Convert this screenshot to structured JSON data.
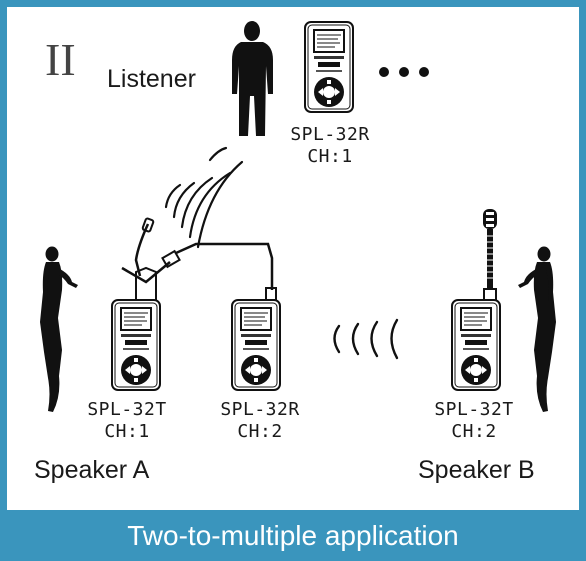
{
  "diagram": {
    "section_numeral": "II",
    "listener": {
      "label": "Listener",
      "device_model": "SPL-32R",
      "device_channel": "CH:1"
    },
    "speaker_a": {
      "label": "Speaker A",
      "device_model": "SPL-32T",
      "device_channel": "CH:1"
    },
    "receiver_2": {
      "device_model": "SPL-32R",
      "device_channel": "CH:2"
    },
    "speaker_b": {
      "label": "Speaker B",
      "device_model": "SPL-32T",
      "device_channel": "CH:2"
    }
  },
  "footer": {
    "caption": "Two-to-multiple application"
  },
  "colors": {
    "frame": "#3a95bd",
    "panel": "#ffffff",
    "ink": "#111111"
  }
}
